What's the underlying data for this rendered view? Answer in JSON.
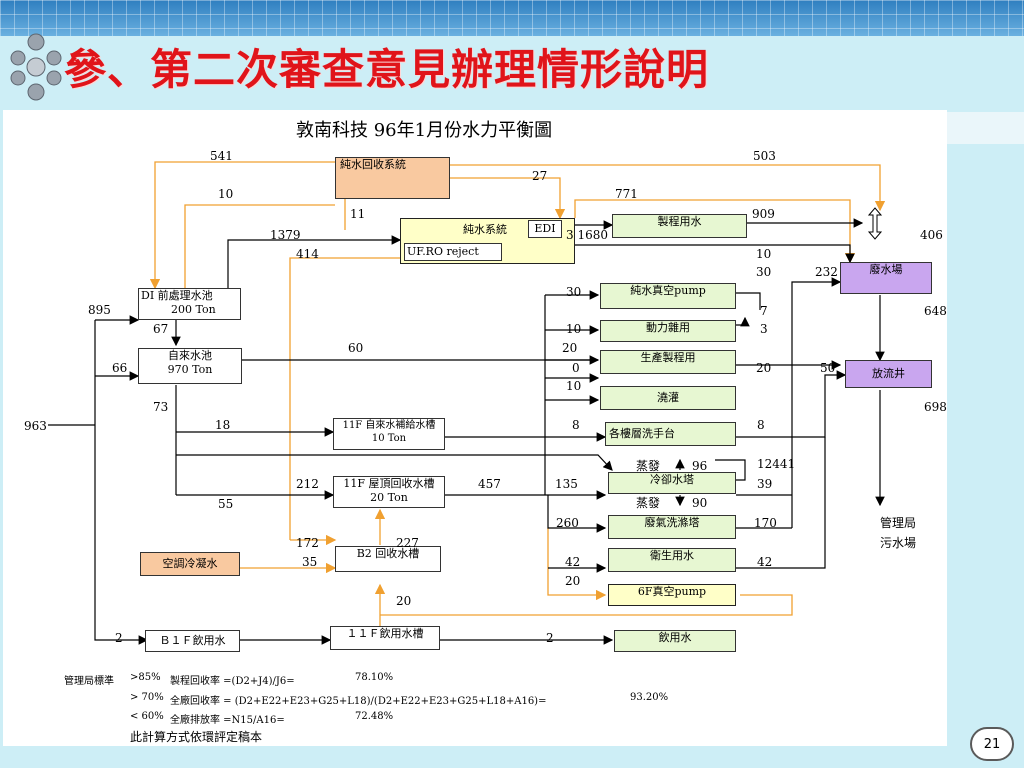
{
  "slide": {
    "title": "參、第二次審查意見辦理情形說明",
    "page_number": "21"
  },
  "diagram": {
    "title": "敦南科技   96年1月份水力平衡圖",
    "boxes": {
      "pure_recovery": "純水回收系統",
      "pure_system": "純水系統",
      "edi": "EDI",
      "uf_ro": "UF.RO reject",
      "process_water": "製程用水",
      "waste_plant": "廢水場",
      "outfall": "放流井",
      "di_pool_name": "DI 前處理水池",
      "di_pool_ton": "200 Ton",
      "tap_pool_name": "自來水池",
      "tap_pool_ton": "970 Ton",
      "vacuum_pump": "純水真空pump",
      "power_misc": "動力雜用",
      "production": "生產製程用",
      "irrigation": "澆灌",
      "hand_wash": "各樓層洗手台",
      "tank_11f_name": "11F 自來水補給水槽",
      "tank_11f_ton": "10 Ton",
      "roof_tank_name": "11F 屋頂回收水槽",
      "roof_tank_ton": "20 Ton",
      "cooling_tower": "冷卻水塔",
      "scrubber": "廢氣洗滌塔",
      "sanitary": "衛生用水",
      "pump_6f": "6F真空pump",
      "ac_condensate": "空調冷凝水",
      "b2_tank": "B2 回收水槽",
      "b1f_drink": "Ｂ１Ｆ飲用水",
      "tank_11f_drink": "１１Ｆ飲用水槽",
      "drinking": "飲用水",
      "bureau_sewage_1": "管理局",
      "bureau_sewage_2": "污水場"
    },
    "labels": {
      "evaporation": "蒸發",
      "evap_96": "96",
      "evap_90": "90",
      "v541": "541",
      "v503": "503",
      "v27": "27",
      "v10a": "10",
      "v771": "771",
      "v11": "11",
      "v909": "909",
      "v1379": "1379",
      "v1680": "3 1680",
      "v406": "406",
      "v414": "414",
      "v10b": "10",
      "v30a": "30",
      "v232": "232",
      "v30b": "30",
      "v895": "895",
      "v7": "7",
      "v648": "648",
      "v67": "67",
      "v10c": "10",
      "v3": "3",
      "v60": "60",
      "v20a": "20",
      "v66": "66",
      "v0": "0",
      "v20b": "20",
      "v50": "50",
      "v10d": "10",
      "v73": "73",
      "v698": "698",
      "v963": "963",
      "v18": "18",
      "v8a": "8",
      "v8b": "8",
      "v12441": "12441",
      "v212": "212",
      "v457": "457",
      "v135": "135",
      "v39": "39",
      "v55": "55",
      "v260": "260",
      "v170": "170",
      "v172": "172",
      "v227": "227",
      "v35": "35",
      "v42a": "42",
      "v42b": "42",
      "v20c": "20",
      "v20d": "20",
      "v2a": "2",
      "v2b": "2"
    },
    "notes": [
      {
        "label": "管理局標準",
        "cmp": ">85%",
        "formula": "製程回收率 =(D2+J4)/J6=",
        "value": "78.10%"
      },
      {
        "label": "",
        "cmp": "> 70%",
        "formula": "全廠回收率 = (D2+E22+E23+G25+L18)/(D2+E22+E23+G25+L18+A16)=",
        "value": "93.20%"
      },
      {
        "label": "",
        "cmp": "< 60%",
        "formula": "全廠排放率 =N15/A16=",
        "value": "72.48%"
      }
    ],
    "footer_note": "此計算方式依環評定稿本"
  },
  "colors": {
    "title_red": "#e0141a",
    "flow_orange": "#f0a030",
    "flow_black": "#000000",
    "box_green": "#e7f7d2",
    "box_orange": "#f9c9a0",
    "box_purple": "#c9a6ef",
    "box_yellow": "#ffffc8"
  }
}
